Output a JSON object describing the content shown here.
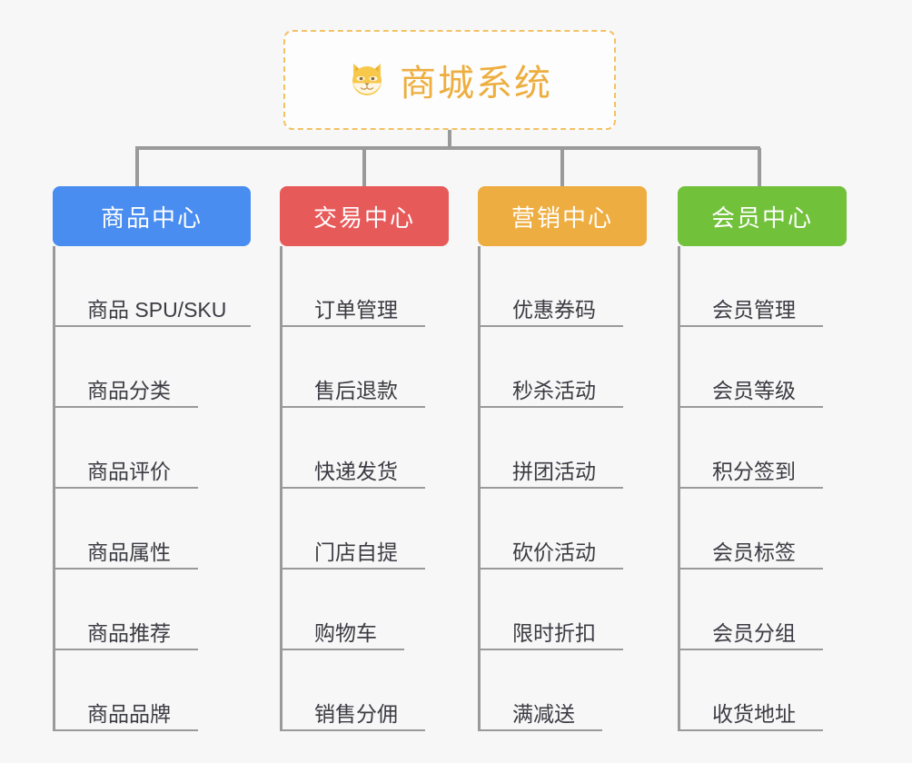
{
  "root": {
    "title": "商城系统",
    "icon": "shiba-dog-face-icon",
    "border_color": "#f2c264",
    "text_color": "#edae3f",
    "background": "#fdfdfd"
  },
  "canvas": {
    "background": "#f7f7f7",
    "connector_color": "#9a9a9a"
  },
  "columns": [
    {
      "title": "商品中心",
      "color": "#4a8df0",
      "items": [
        "商品 SPU/SKU",
        "商品分类",
        "商品评价",
        "商品属性",
        "商品推荐",
        "商品品牌"
      ]
    },
    {
      "title": "交易中心",
      "color": "#e75a5a",
      "items": [
        "订单管理",
        "售后退款",
        "快递发货",
        "门店自提",
        "购物车",
        "销售分佣"
      ]
    },
    {
      "title": "营销中心",
      "color": "#eead40",
      "items": [
        "优惠券码",
        "秒杀活动",
        "拼团活动",
        "砍价活动",
        "限时折扣",
        "满减送"
      ]
    },
    {
      "title": "会员中心",
      "color": "#72c13b",
      "items": [
        "会员管理",
        "会员等级",
        "积分签到",
        "会员标签",
        "会员分组",
        "收货地址"
      ]
    }
  ]
}
